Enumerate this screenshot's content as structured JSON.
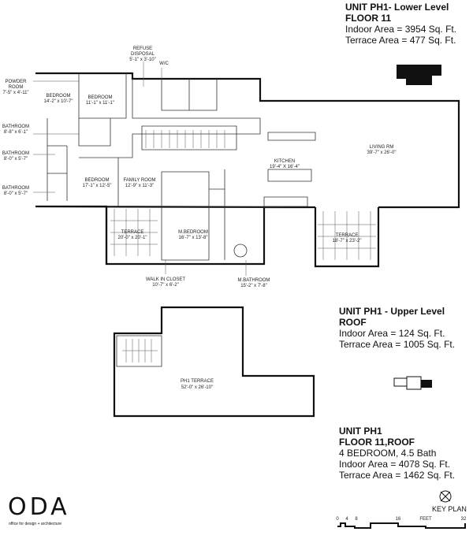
{
  "lower": {
    "title": "UNIT PH1- Lower Level",
    "floor": "FLOOR 11",
    "indoor": "Indoor Area = 3954 Sq. Ft.",
    "terrace": "Terrace Area = 477 Sq. Ft."
  },
  "upper": {
    "title": "UNIT PH1 - Upper Level",
    "floor": "ROOF",
    "indoor": "Indoor Area = 124 Sq. Ft.",
    "terrace": "Terrace Area = 1005 Sq. Ft."
  },
  "total": {
    "title": "UNIT PH1",
    "floor": "FLOOR 11,ROOF",
    "rooms": "4 BEDROOM, 4.5 Bath",
    "indoor": "Indoor Area = 4078 Sq. Ft.",
    "terrace": "Terrace Area = 1462 Sq. Ft."
  },
  "rooms": [
    {
      "name": "REFUSE",
      "name2": "DISPOSAL",
      "dim": "5'-1\" x 3'-10\""
    },
    {
      "name": "W/C"
    },
    {
      "name": "POWDER",
      "name2": "ROOM",
      "dim": "7'-5\" x 4'-11\""
    },
    {
      "name": "BEDROOM",
      "dim": "14'-2\" x 10'-7\""
    },
    {
      "name": "BEDROOM",
      "dim": "11'-1\" x 11'-1\""
    },
    {
      "name": "BATHROOM",
      "dim": "8'-8\" x 6'-1\""
    },
    {
      "name": "BATHROOM",
      "dim": "8'-0\" x 5'-7\""
    },
    {
      "name": "BATHROOM",
      "dim": "8'-0\" x 5'-7\""
    },
    {
      "name": "BEDROOM",
      "dim": "17'-1\" x 12'-5\""
    },
    {
      "name": "FAMILY ROOM",
      "dim": "12'-9\" x 11'-3\""
    },
    {
      "name": "TERRACE",
      "dim": "20'-0\" x 20'-1\""
    },
    {
      "name": "M.BEDROOM",
      "dim": "16'-7\" x 13'-8\""
    },
    {
      "name": "WALK IN CLOSET",
      "dim": "10'-7\" x 6'-2\""
    },
    {
      "name": "M.BATHROOM",
      "dim": "15'-2\" x 7'-8\""
    },
    {
      "name": "KITCHEN",
      "dim": "19'-4\" X 16'-4\""
    },
    {
      "name": "LIVING RM",
      "dim": "39'-7\" x 26'-0\""
    },
    {
      "name": "TERRACE",
      "dim": "18'-7\" x 23'-2\""
    },
    {
      "name": "PH1 TERRACE",
      "dim": "52'-0\" x 26'-10\""
    }
  ],
  "logo": {
    "text": "ODA",
    "tagline": "office for design + architecture"
  },
  "key_plan": "KEY PLAN",
  "scale": {
    "ticks": [
      "0",
      "4",
      "8",
      "16",
      "32"
    ],
    "unit": "FEET"
  }
}
